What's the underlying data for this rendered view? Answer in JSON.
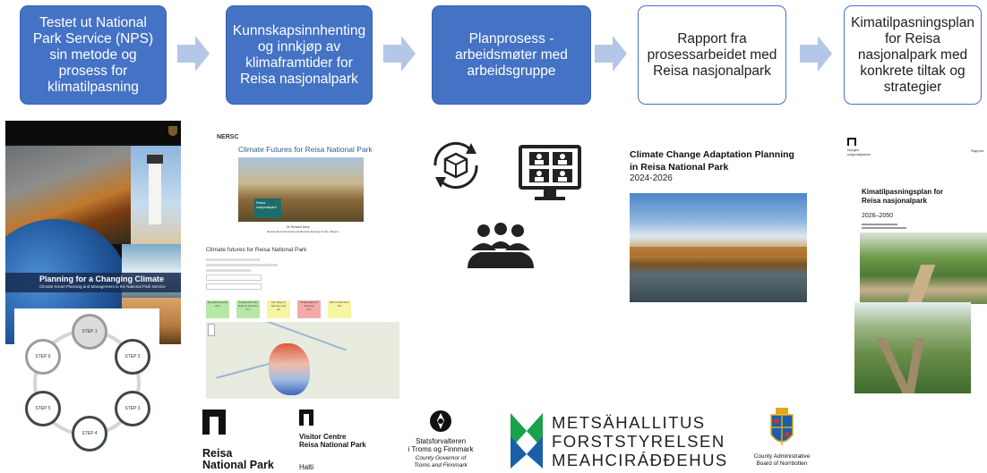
{
  "steps": [
    {
      "label": "Testet ut National Park Service (NPS) sin metode og prosess for klimatilpasning",
      "style": "filled"
    },
    {
      "label": "Kunnskapsinnhenting og innkjøp av klimaframtider for Reisa nasjonalpark",
      "style": "filled"
    },
    {
      "label": "Planprosess - arbeidsmøter med arbeidsgruppe",
      "style": "filled"
    },
    {
      "label": "Rapport fra prosessarbeidet med Reisa nasjonalpark",
      "style": "outline"
    },
    {
      "label": "Kimatilpasningsplan for Reisa nasjonalpark med konkrete tiltak og strategier",
      "style": "outline"
    }
  ],
  "nps_doc": {
    "title": "Planning for a Changing Climate",
    "subtitle": "Climate-Smart Planning and Management in the National Park Service"
  },
  "cycle": {
    "steps": [
      "STEP 1",
      "STEP 2",
      "STEP 3",
      "STEP 4",
      "STEP 5",
      "STEP 6"
    ]
  },
  "climate_futures": {
    "org": "NERSC",
    "title": "Climate Futures for Reisa National Park",
    "cover_label_1": "Reisa",
    "cover_label_2": "nasjonalpark",
    "author": "Dr Richard Davy",
    "affiliation": "Nansen Environmental and Remote Sensing Centre, Bergen"
  },
  "dashboard": {
    "title": "Climate futures for Reisa National Park",
    "cards": [
      {
        "label": "Drought Severity",
        "value": "22.1"
      },
      {
        "label": "Consecutive Dry Days in summer",
        "value": "5.7"
      },
      {
        "label": "Dry Days in Summer (%)",
        "value": "41"
      },
      {
        "label": "Temperature in summer",
        "value": "4.4"
      },
      {
        "label": "Rain in Summer",
        "value": "8.3"
      }
    ]
  },
  "report": {
    "title": "Climate Change Adaptation Planning in Reisa National Park",
    "years": "2024-2026"
  },
  "plan_doc": {
    "org_1": "Norges",
    "org_2": "nasjonalparker",
    "tag": "Rapport",
    "title": "Kimatilpasningsplan for Reisa nasjonalpark",
    "years": "2026–2050"
  },
  "logos": {
    "reisa_1": "Reisa",
    "reisa_2": "National Park",
    "visitor_1": "Visitor Centre",
    "visitor_2": "Reisa National Park",
    "visitor_3": "Halti",
    "statsforvalter_1": "Statsforvalteren",
    "statsforvalter_2": "i Troms og Finnmark",
    "statsforvalter_3": "County Governor of",
    "statsforvalter_4": "Troms and Finnmark",
    "metsa_1": "METSÄHALLITUS",
    "metsa_2": "FORSTSTYRELSEN",
    "metsa_3": "MEAHCIRÁĐĐEHUS",
    "county_1": "County Administrative",
    "county_2": "Board of Norrbotten"
  },
  "colors": {
    "step_fill": "#4472c4",
    "arrow": "#b4c7e7",
    "text_dark": "#1f1f1f",
    "metsa_green": "#1aa14b",
    "metsa_blue": "#1b5fa8"
  }
}
